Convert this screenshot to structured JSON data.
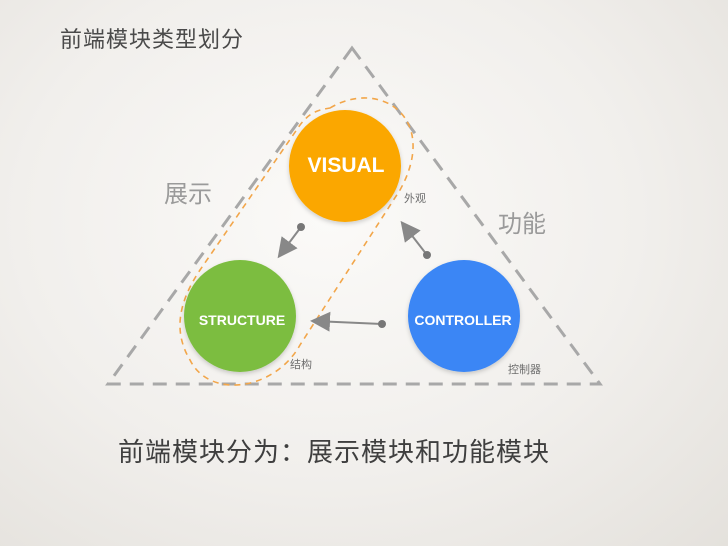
{
  "title": "前端模块类型划分",
  "caption": "前端模块分为：展示模块和功能模块",
  "regions": {
    "display": "展示",
    "function": "功能"
  },
  "nodes": {
    "visual": {
      "label": "VISUAL",
      "sublabel": "外观",
      "color": "#fba700"
    },
    "structure": {
      "label": "STRUCTURE",
      "sublabel": "结构",
      "color": "#7cbd3f"
    },
    "controller": {
      "label": "CONTROLLER",
      "sublabel": "控制器",
      "color": "#3a86f5"
    }
  },
  "colors": {
    "triangle": "#a8a8a8",
    "capsule": "#f2a64a",
    "arrow": "#888888"
  }
}
